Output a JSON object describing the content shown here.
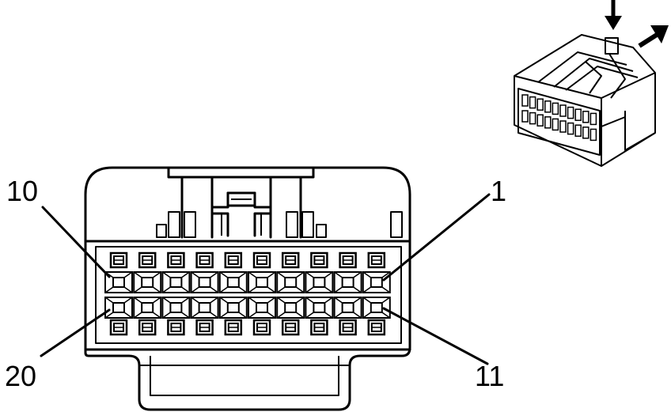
{
  "callouts": {
    "pin_10": "10",
    "pin_1": "1",
    "pin_20": "20",
    "pin_11": "11"
  },
  "connector": {
    "columns": 10,
    "rows": 2,
    "line_color": "#000000",
    "fill_color": "#ffffff"
  },
  "inset": {
    "icons": [
      "press-down-arrow-icon",
      "pull-out-arrow-icon"
    ]
  }
}
